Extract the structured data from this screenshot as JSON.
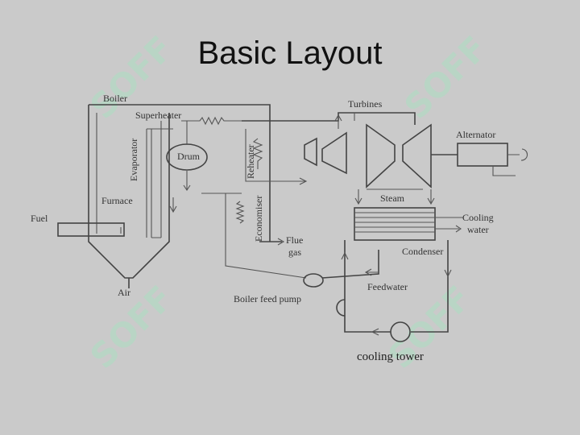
{
  "title": "Basic Layout",
  "watermark": "SOFF",
  "labels": {
    "boiler": "Boiler",
    "superheater": "Superheater",
    "evaporator": "Evaporator",
    "drum": "Drum",
    "furnace": "Furnace",
    "fuel": "Fuel",
    "air": "Air",
    "reheater": "Reheater",
    "economiser": "Economiser",
    "flue_gas_1": "Flue",
    "flue_gas_2": "gas",
    "turbines": "Turbines",
    "alternator": "Alternator",
    "steam": "Steam",
    "cooling_water_1": "Cooling",
    "cooling_water_2": "water",
    "condenser": "Condenser",
    "feedwater": "Feedwater",
    "boiler_feed_pump": "Boiler feed pump",
    "cooling_tower": "cooling tower"
  },
  "colors": {
    "background": "#cacaca",
    "lines": "#444444",
    "watermark": "#b4d9c4"
  }
}
